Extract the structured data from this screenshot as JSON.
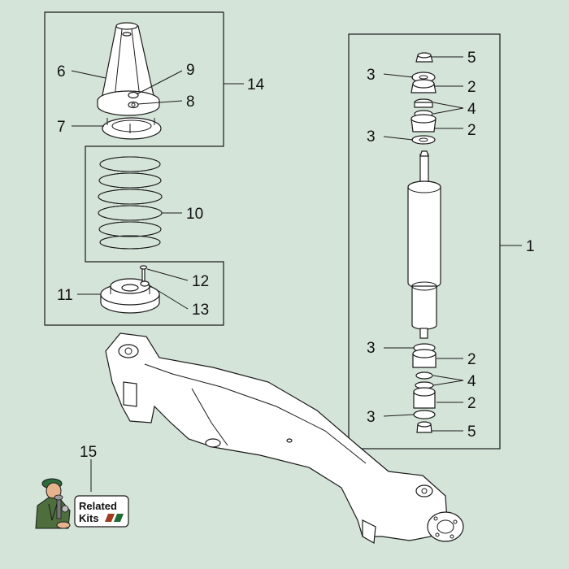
{
  "callouts": {
    "c1": "1",
    "c2a": "2",
    "c2b": "2",
    "c2c": "2",
    "c2d": "2",
    "c3a": "3",
    "c3b": "3",
    "c3c": "3",
    "c3d": "3",
    "c4a": "4",
    "c4b": "4",
    "c5a": "5",
    "c5b": "5",
    "c6": "6",
    "c7": "7",
    "c8": "8",
    "c9": "9",
    "c10": "10",
    "c11": "11",
    "c12": "12",
    "c13": "13",
    "c14": "14",
    "c15": "15"
  },
  "related_kits": {
    "line1": "Related",
    "line2": "Kits"
  },
  "colors": {
    "background": "#d5e4d9",
    "outline": "#1a1a1a",
    "part_fill": "#ffffff",
    "kit_stripe_red": "#a33a1e",
    "kit_stripe_green": "#1f6a35"
  }
}
